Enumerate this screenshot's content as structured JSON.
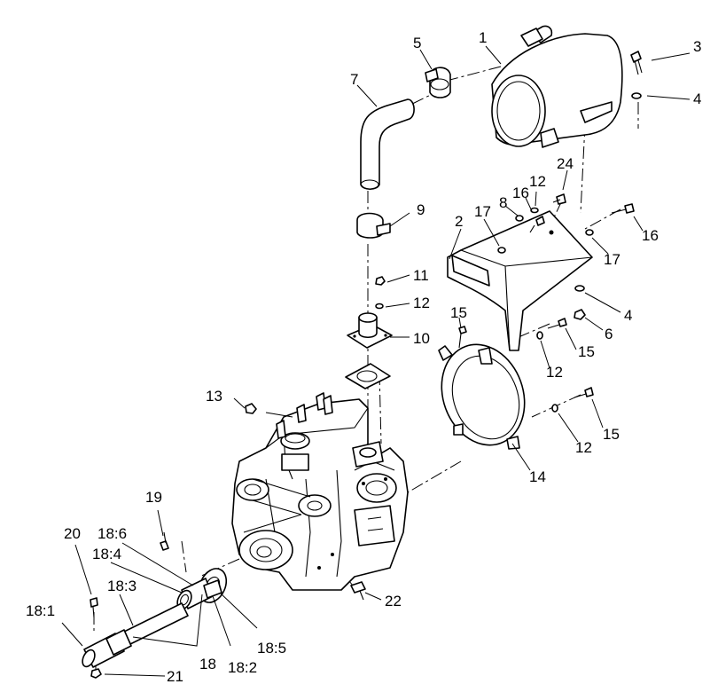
{
  "labels": {
    "p1": "1",
    "p2": "2",
    "p3": "3",
    "p4a": "4",
    "p4b": "4",
    "p5": "5",
    "p6": "6",
    "p7": "7",
    "p8": "8",
    "p9": "9",
    "p10": "10",
    "p11": "11",
    "p12a": "12",
    "p12b": "12",
    "p12c": "12",
    "p12d": "12",
    "p13": "13",
    "p14": "14",
    "p15a": "15",
    "p15b": "15",
    "p15c": "15",
    "p16a": "16",
    "p16b": "16",
    "p17a": "17",
    "p17b": "17",
    "p18": "18",
    "p18_1": "18:1",
    "p18_2": "18:2",
    "p18_3": "18:3",
    "p18_4": "18:4",
    "p18_5": "18:5",
    "p18_6": "18:6",
    "p19": "19",
    "p20": "20",
    "p21": "21",
    "p22": "22",
    "p24": "24"
  }
}
